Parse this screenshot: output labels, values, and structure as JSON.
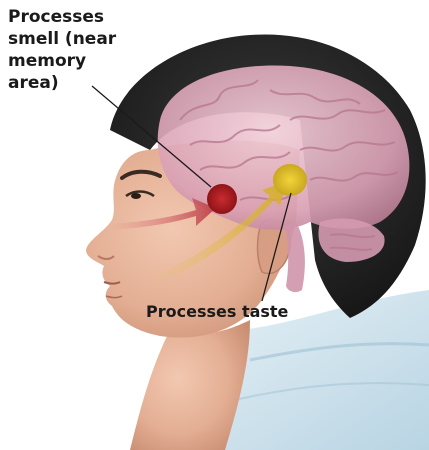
{
  "labels": {
    "smell_line1": "Processes",
    "smell_line2": "smell (near",
    "smell_line3": "memory",
    "smell_line4": "area)",
    "taste": "Processes taste"
  },
  "regions": {
    "smell_region_color": "#b21f25",
    "taste_region_color": "#e3c22a",
    "smell_arrow_color": "#c0474d",
    "taste_arrow_color": "#d4ae2e"
  },
  "image": {
    "subject": "head-profile-with-brain",
    "skin_color": "#e8b9a0",
    "hair_color": "#262626",
    "brain_color": "#d9a6b8",
    "shirt_color": "#cfe3ee"
  }
}
